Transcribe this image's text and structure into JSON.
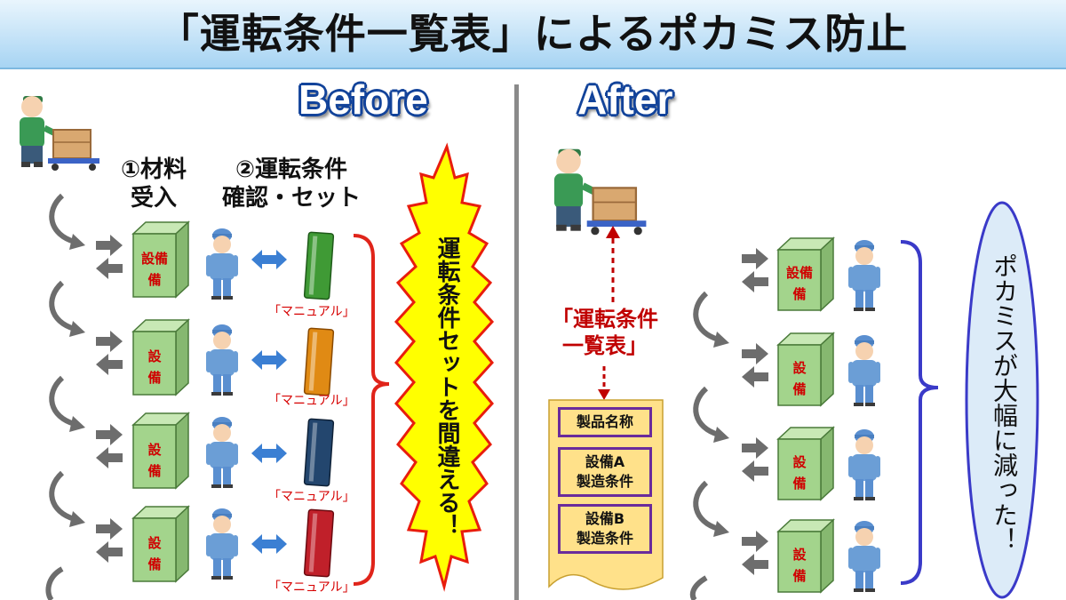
{
  "title": "「運転条件一覧表」によるポカミス防止",
  "before": {
    "label": "Before",
    "step1": {
      "line1": "①材料",
      "line2": "受入"
    },
    "step2": {
      "line1": "②運転条件",
      "line2": "確認・セット"
    },
    "equipment_label": "設備",
    "manual_label": "「マニュアル」",
    "manual_colors": [
      "#3f9a35",
      "#e08a14",
      "#23466e",
      "#c0202a"
    ],
    "burst_text": "運転条件セットを間違える！"
  },
  "after": {
    "label": "After",
    "list_label": {
      "line1": "「運転条件",
      "line2": "一覧表」"
    },
    "doc_items": [
      {
        "line1": "製品名称",
        "line2": ""
      },
      {
        "line1": "設備A",
        "line2": "製造条件"
      },
      {
        "line1": "設備B",
        "line2": "製造条件"
      }
    ],
    "equipment_label": "設備",
    "oval_text": "ポカミスが大幅に減った！"
  },
  "colors": {
    "equipment_front": "#a3d48c",
    "equipment_text": "#d00000",
    "arrow_gray": "#6d6d6d",
    "double_arrow": "#3b7fd3",
    "brace_red": "#e0241a",
    "brace_blue": "#3a3ac8",
    "burst_fill": "#ffff00",
    "burst_stroke": "#e81d0d",
    "oval_fill": "#dcebf8",
    "oval_stroke": "#3a3ac8",
    "doc_fill": "#ffe18a",
    "doc_border": "#6a2b9b"
  }
}
